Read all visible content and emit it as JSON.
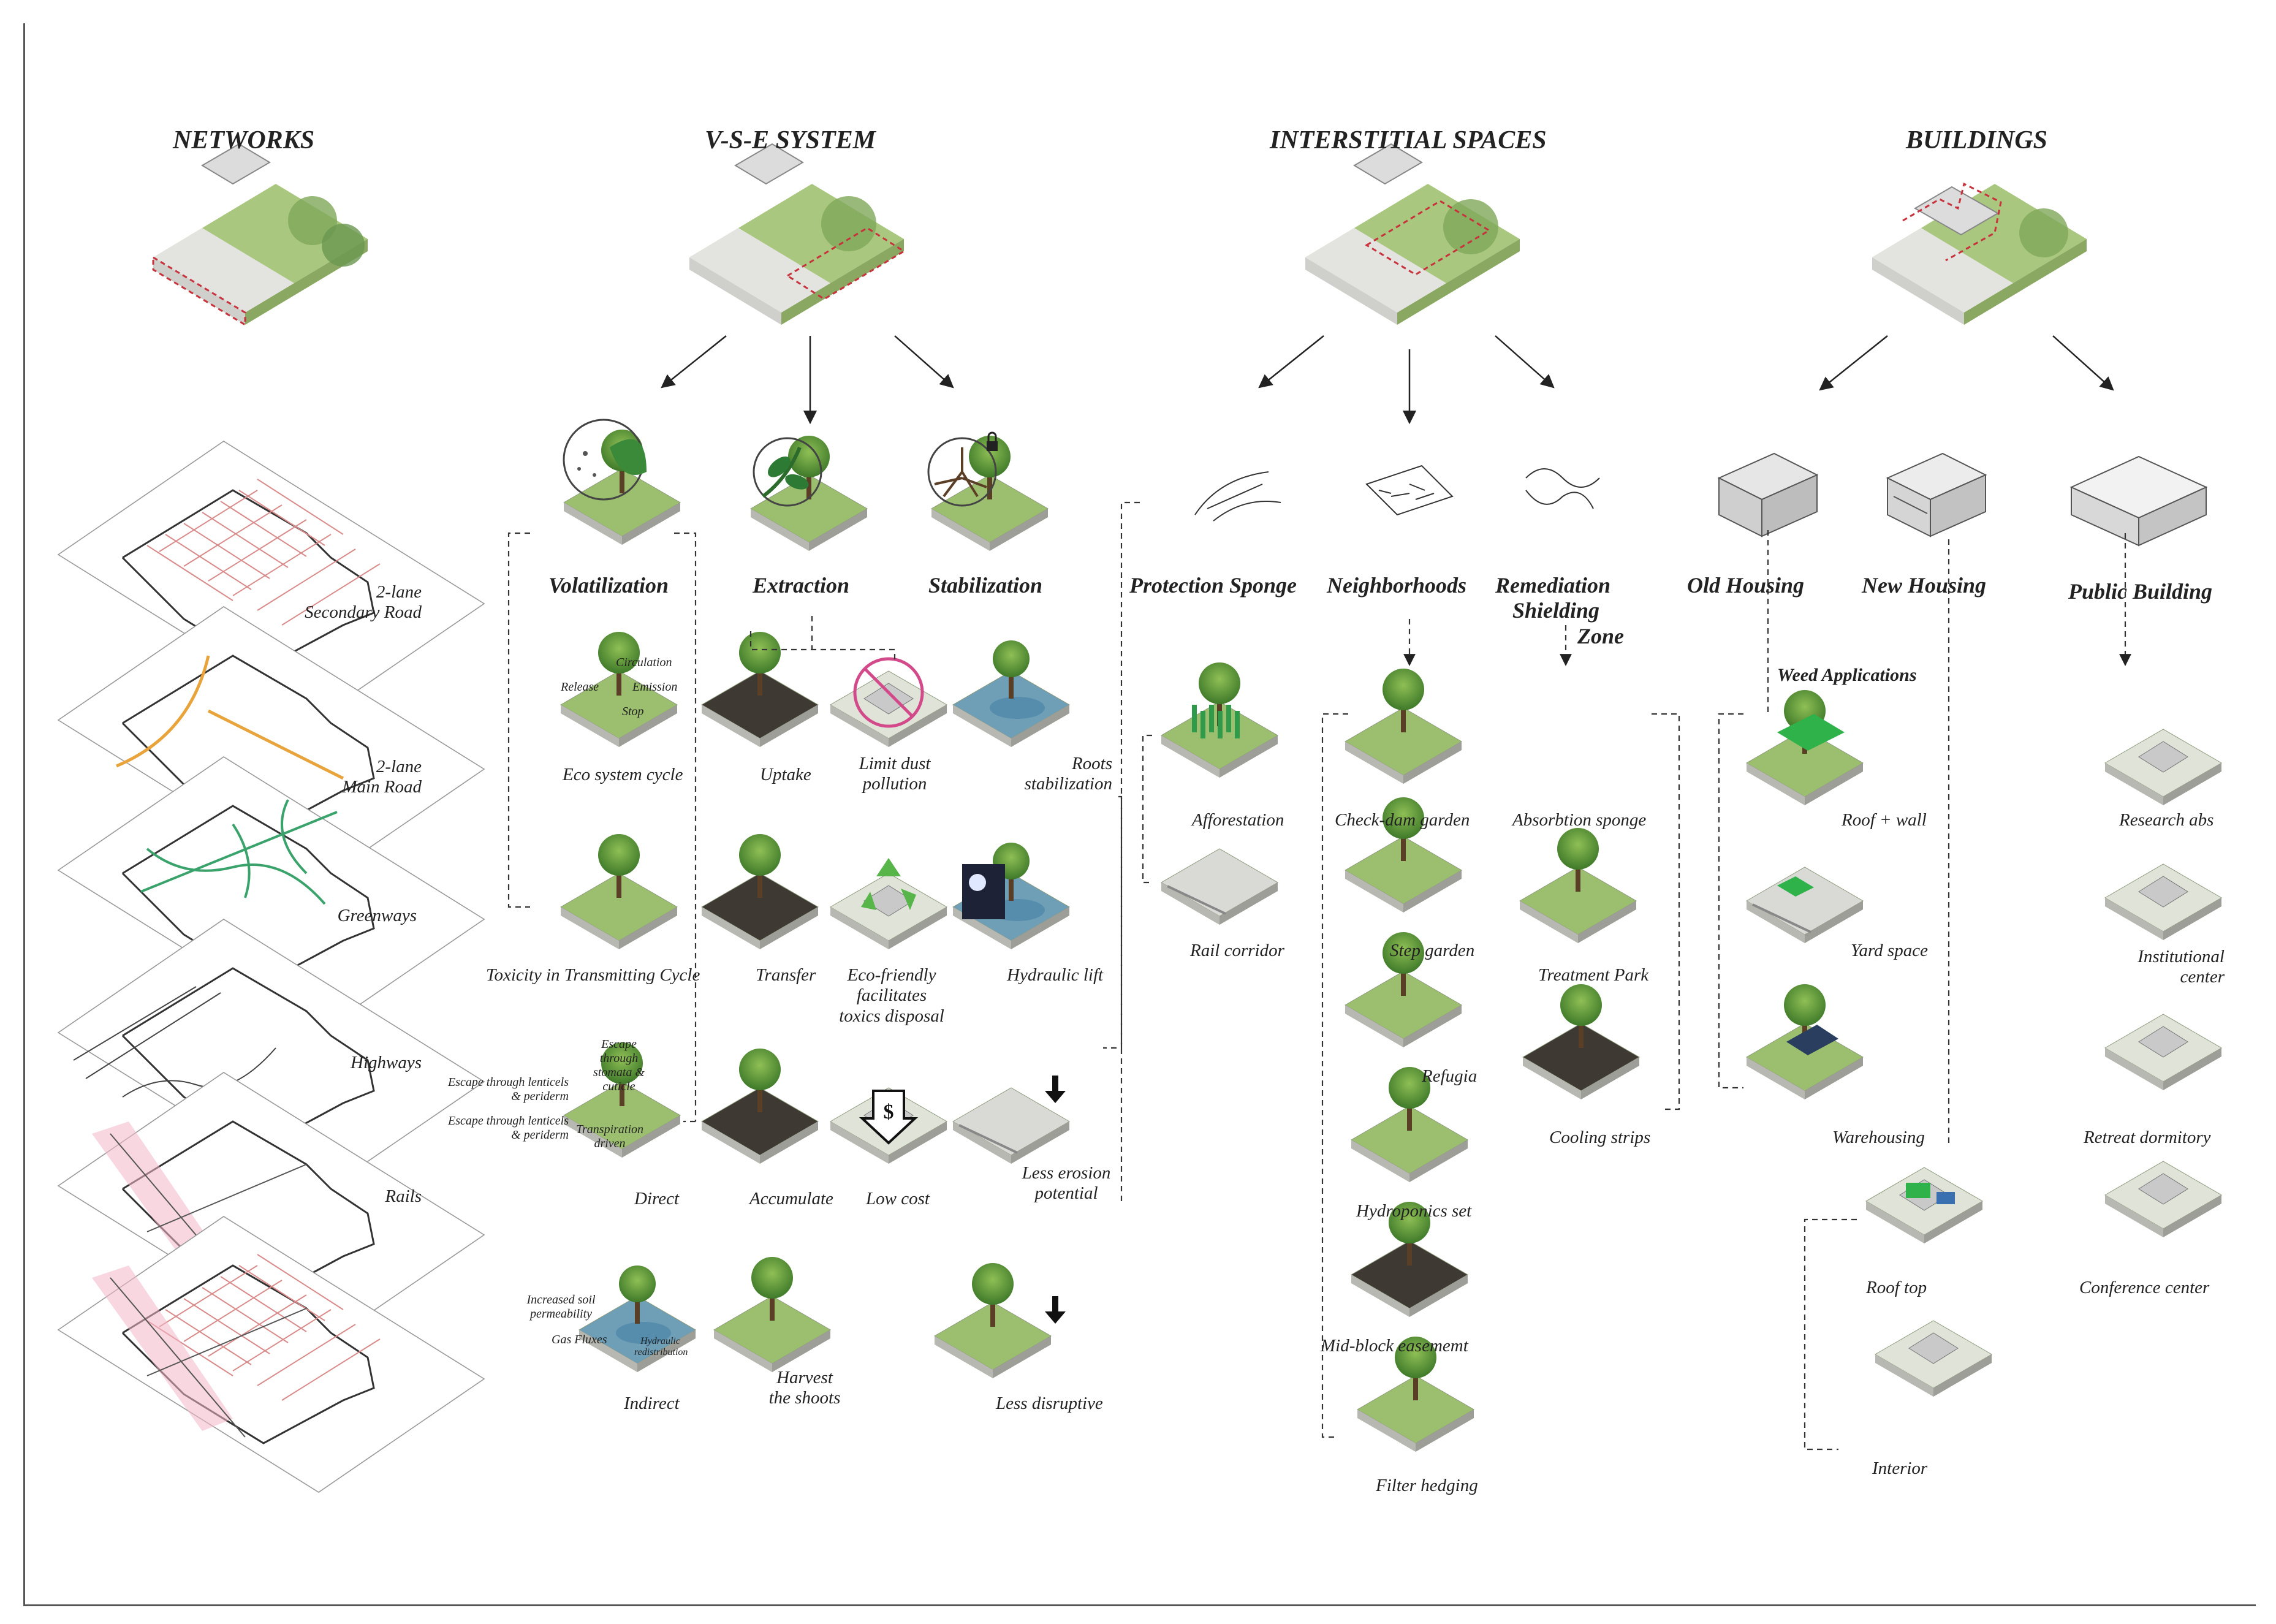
{
  "columns": {
    "networks": "NETWORKS",
    "vse": "V-S-E SYSTEM",
    "interstitial": "INTERSTITIAL SPACES",
    "buildings": "BUILDINGS"
  },
  "network_layers": [
    {
      "line1": "2-lane",
      "line2": "Secondary Road"
    },
    {
      "line1": "2-lane",
      "line2": "Main Road"
    },
    {
      "line1": "Greenways",
      "line2": ""
    },
    {
      "line1": "Highways",
      "line2": ""
    },
    {
      "line1": "Rails",
      "line2": ""
    }
  ],
  "vse": {
    "headings": [
      "Volatilization",
      "Extraction",
      "Stabilization"
    ],
    "volatilization": {
      "eco_cycle": "Eco system cycle",
      "eco_tags": [
        "Circulation",
        "Release",
        "Emission",
        "Stop"
      ],
      "toxicity": "Toxicity in Transmitting Cycle",
      "direct": "Direct",
      "direct_tags": [
        "Escape through stomata & cuticle",
        "Escape through lenticels & periderm",
        "Escape through lenticels & periderm",
        "Transpiration driven"
      ],
      "indirect": "Indirect",
      "indirect_tags": [
        "Increased soil permeability",
        "Gas Fluxes",
        "Hydraulic redistribution"
      ]
    },
    "extraction": {
      "uptake": "Uptake",
      "limit_dust": [
        "Limit dust",
        "pollution"
      ],
      "transfer": "Transfer",
      "eco_friendly": [
        "Eco-friendly",
        "facilitates",
        "toxics disposal"
      ],
      "accumulate": "Accumulate",
      "low_cost": "Low cost",
      "harvest": [
        "Harvest",
        "the shoots"
      ]
    },
    "stabilization": {
      "roots": [
        "Roots",
        "stabilization"
      ],
      "hydraulic": "Hydraulic lift",
      "erosion": [
        "Less erosion",
        "potential"
      ],
      "disruptive": "Less disruptive"
    }
  },
  "interstitial": {
    "headings": [
      "Protection Sponge",
      "Neighborhoods"
    ],
    "remediation": [
      "Remediation",
      "Shielding",
      "Zone"
    ],
    "protection": [
      "Afforestation",
      "Rail corridor"
    ],
    "neighborhoods": [
      "Check-dam garden",
      "Step garden",
      "Refugia",
      "Hydroponics set",
      "Mid-block easememt",
      "Filter hedging"
    ],
    "remediation_items": [
      "Absorbtion sponge",
      "Treatment Park",
      "Cooling strips"
    ]
  },
  "buildings": {
    "headings": [
      "Old Housing",
      "New Housing",
      "Public Building"
    ],
    "weed": "Weed Applications",
    "old": [
      "Roof + wall",
      "Yard space",
      "Warehousing"
    ],
    "new": [
      "Roof top",
      "Interior"
    ],
    "public": [
      "Research abs",
      [
        "Institutional",
        "center"
      ],
      "Retreat dormitory",
      "Conference center"
    ]
  },
  "colors": {
    "grass": "#9bbf6e",
    "grass_dark": "#6f9a45",
    "road": "#d9d9d6",
    "red_grid": "#d98a8a",
    "orange_road": "#e8a33a",
    "greenway": "#3aa36b",
    "pink_rail": "#f2b6c8",
    "dash_red": "#c8323c",
    "bright_green": "#2fb24a"
  }
}
